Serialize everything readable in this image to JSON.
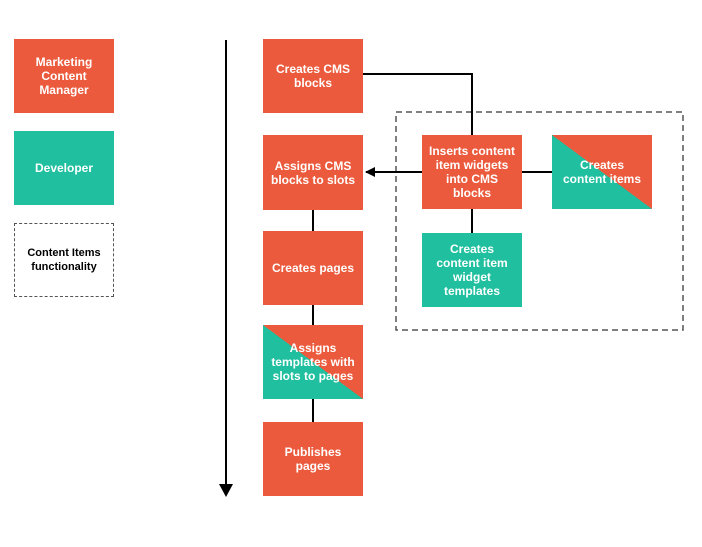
{
  "colors": {
    "marketing": "#EB5A3C",
    "developer": "#1FBF9F",
    "line": "#000000",
    "dashed_border": "#555555"
  },
  "legend": {
    "marketing": "Marketing Content Manager",
    "developer": "Developer",
    "content_items": "Content Items functionality"
  },
  "flow": {
    "create_cms_blocks": "Creates CMS blocks",
    "assign_cms_blocks": "Assigns CMS blocks to slots",
    "create_pages": "Creates pages",
    "assign_templates": "Assigns templates with slots to pages",
    "publish_pages": "Publishes pages"
  },
  "content_items": {
    "insert_widgets": "Inserts content item widgets into CMS blocks",
    "create_content_items": "Creates content items",
    "create_widget_templates": "Creates content item widget templates"
  }
}
